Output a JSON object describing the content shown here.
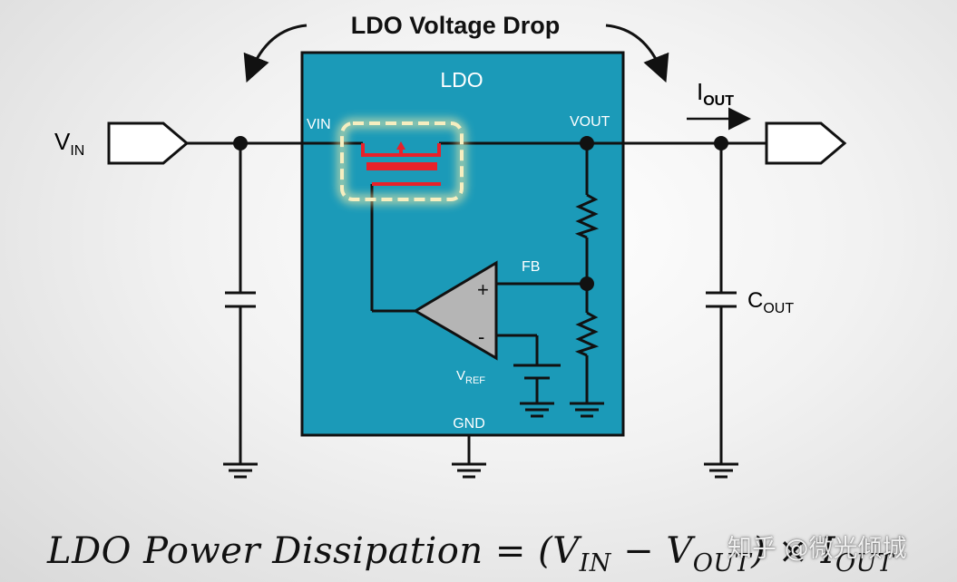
{
  "header": {
    "title": "LDO Voltage Drop"
  },
  "ldo_block": {
    "title": "LDO",
    "pin_vin": "VIN",
    "pin_vout": "VOUT",
    "pin_gnd": "GND",
    "node_fb": "FB",
    "opamp_plus": "+",
    "opamp_minus": "-",
    "vref_main": "V",
    "vref_sub": "REF"
  },
  "external": {
    "vin_main": "V",
    "vin_sub": "IN",
    "iout_main": "I",
    "iout_sub": "OUT",
    "cout_main": "C",
    "cout_sub": "OUT"
  },
  "equation": {
    "lhs": "LDO Power Dissipation",
    "eq": " = (",
    "v1": "V",
    "v1_sub": "IN",
    "minus": " − ",
    "v2": "V",
    "v2_sub": "OUT",
    "times": ") × ",
    "i": "I",
    "i_sub": "OUT"
  },
  "watermark": "知乎 @微光倾城",
  "colors": {
    "ldo_fill": "#1b9ab8",
    "ldo_border": "#111111",
    "pass_transistor": "#e8212a",
    "highlight": "#f6eec0"
  }
}
